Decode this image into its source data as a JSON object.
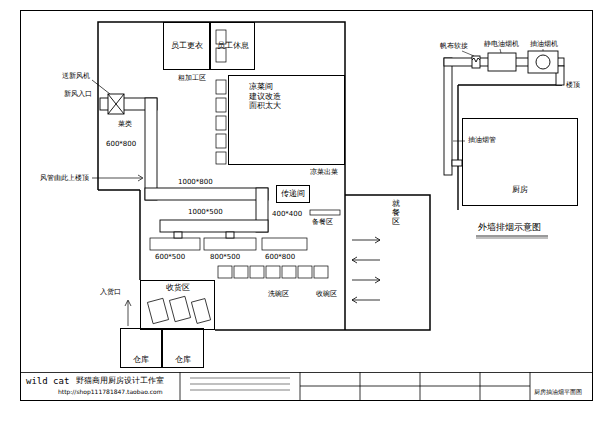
{
  "diagram": {
    "nodes": [
      {
        "text": [
          "员工更衣"
        ]
      },
      {
        "text": [
          "员工休息"
        ]
      },
      {
        "text": [
          "凉菜间",
          "建议改造 面积太大"
        ]
      },
      {
        "text": [
          "传递间"
        ]
      },
      {
        "text": [
          "收货区"
        ]
      },
      {
        "text": [
          "仓库"
        ]
      },
      {
        "text": [
          "仓库"
        ]
      },
      {
        "text": [
          "厨房"
        ]
      }
    ],
    "labels": [
      "粗加工区",
      "送新风机",
      "新风入口",
      "菜类",
      "600*800",
      "风管由此上楼顶",
      "1000*800",
      "400*400",
      "1000*500",
      "600*500",
      "800*500",
      "600*800",
      "凉菜出菜",
      "备餐区",
      "就餐区",
      "洗碗区",
      "收碗区",
      "入货口",
      "帆布软接",
      "静电油烟机",
      "抽油烟机",
      "楼顶",
      "抽油烟管",
      "外墙排烟示意图",
      "wild cat",
      "野猫商用厨房设计工作室",
      "http://shop111781847.taobao.com",
      "厨房抽油烟平面图"
    ]
  }
}
